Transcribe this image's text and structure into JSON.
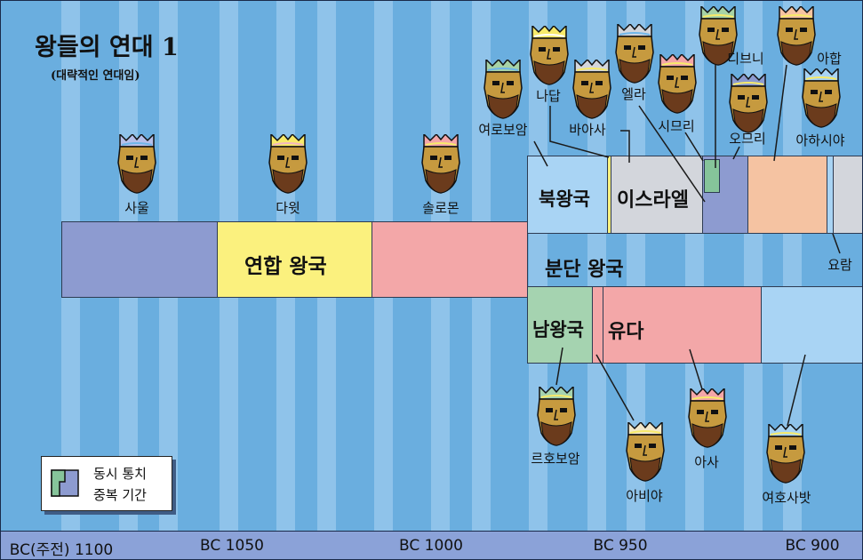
{
  "title": "왕들의 연대 1",
  "subtitle": "(대략적인 연대임)",
  "axis_labels": [
    "BC(주전) 1100",
    "BC 1050",
    "BC 1000",
    "BC 950",
    "BC 900"
  ],
  "periods": {
    "united": "연합 왕국",
    "divided": "분단 왕국",
    "north": "북왕국",
    "israel": "이스라엘",
    "south": "남왕국",
    "judah": "유다"
  },
  "legend": {
    "line1": "동시 통치",
    "line2": "중복 기간"
  },
  "kings": {
    "saul": "사울",
    "david": "다윗",
    "solomon": "솔로몬",
    "jeroboam": "여로보암",
    "nadab": "나답",
    "baasha": "바아사",
    "elah": "엘라",
    "zimri": "시므리",
    "tibni": "디브니",
    "omri": "오므리",
    "ahab": "아합",
    "ahaziah": "아하시야",
    "joram": "요람",
    "rehoboam": "르호보암",
    "abijah": "아비야",
    "asa": "아사",
    "jehoshaphat": "여호사밧"
  },
  "colors": {
    "background": "#6aaedf",
    "stripe": "#8fc3ea",
    "axis": "#8ba2d8",
    "saul": "#8d9bd0",
    "david": "#fbf17e",
    "solomon": "#f3a7a8",
    "north": "#a9d4f4",
    "israel": "#d3d6dc",
    "omri": "#8d9bd0",
    "ahab": "#f5c3a2",
    "south": "#a5d3b0",
    "judah": "#f3a7a8",
    "jehoshaphat": "#a9d4f4",
    "overlap": "#86c49a"
  },
  "icons": [
    "king-head-icon",
    "overlap-legend-icon"
  ]
}
